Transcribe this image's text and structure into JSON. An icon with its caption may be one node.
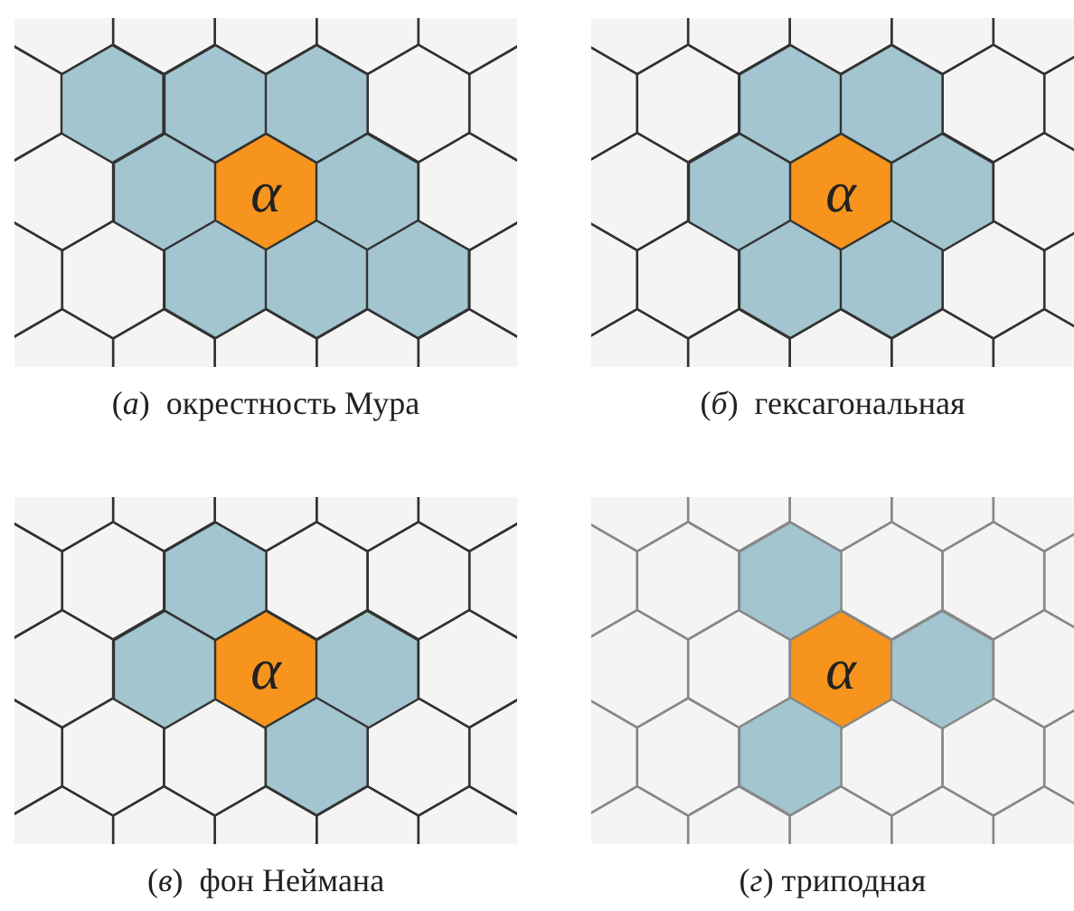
{
  "diagram": {
    "nodes": [
      {
        "text": [
          "(*а*)  окрестность Мура"
        ]
      },
      {
        "text": [],
        "shape": "hexagon",
        "in": 0
      },
      {
        "text": [],
        "shape": "hexagon",
        "in": 0
      },
      {
        "text": [],
        "shape": "hexagon",
        "in": 0
      },
      {
        "text": [],
        "shape": "hexagon",
        "in": 0
      },
      {
        "text": [
          "α"
        ],
        "in": 0
      },
      {
        "text": [],
        "shape": "hexagon",
        "in": 0
      },
      {
        "text": [],
        "shape": "hexagon",
        "in": 0
      },
      {
        "text": [],
        "shape": "hexagon",
        "in": 0
      },
      {
        "text": [],
        "shape": "hexagon",
        "in": 0
      },
      {
        "text": [
          "(*б*)  гексагональная"
        ]
      },
      {
        "text": [],
        "shape": "hexagon",
        "in": 10
      },
      {
        "text": [],
        "shape": "hexagon",
        "in": 10
      },
      {
        "text": [],
        "shape": "hexagon",
        "in": 10
      },
      {
        "text": [
          "α"
        ],
        "in": 10
      },
      {
        "text": [],
        "shape": "hexagon",
        "in": 10
      },
      {
        "text": [],
        "shape": "hexagon",
        "in": 10
      },
      {
        "text": [],
        "shape": "hexagon",
        "in": 10
      },
      {
        "text": [
          "(*в*)  фон Неймана"
        ]
      },
      {
        "text": [],
        "shape": "hexagon",
        "in": 18
      },
      {
        "text": [],
        "shape": "hexagon",
        "in": 18
      },
      {
        "text": [
          "α"
        ],
        "in": 18
      },
      {
        "text": [],
        "shape": "hexagon",
        "in": 18
      },
      {
        "text": [],
        "shape": "hexagon",
        "in": 18
      },
      {
        "text": [
          "(*г*) триподная"
        ]
      },
      {
        "text": [],
        "shape": "hexagon",
        "in": 24
      },
      {
        "text": [
          "α"
        ],
        "in": 24
      },
      {
        "text": [],
        "shape": "hexagon",
        "in": 24
      },
      {
        "text": [],
        "shape": "hexagon",
        "in": 24
      }
    ]
  }
}
